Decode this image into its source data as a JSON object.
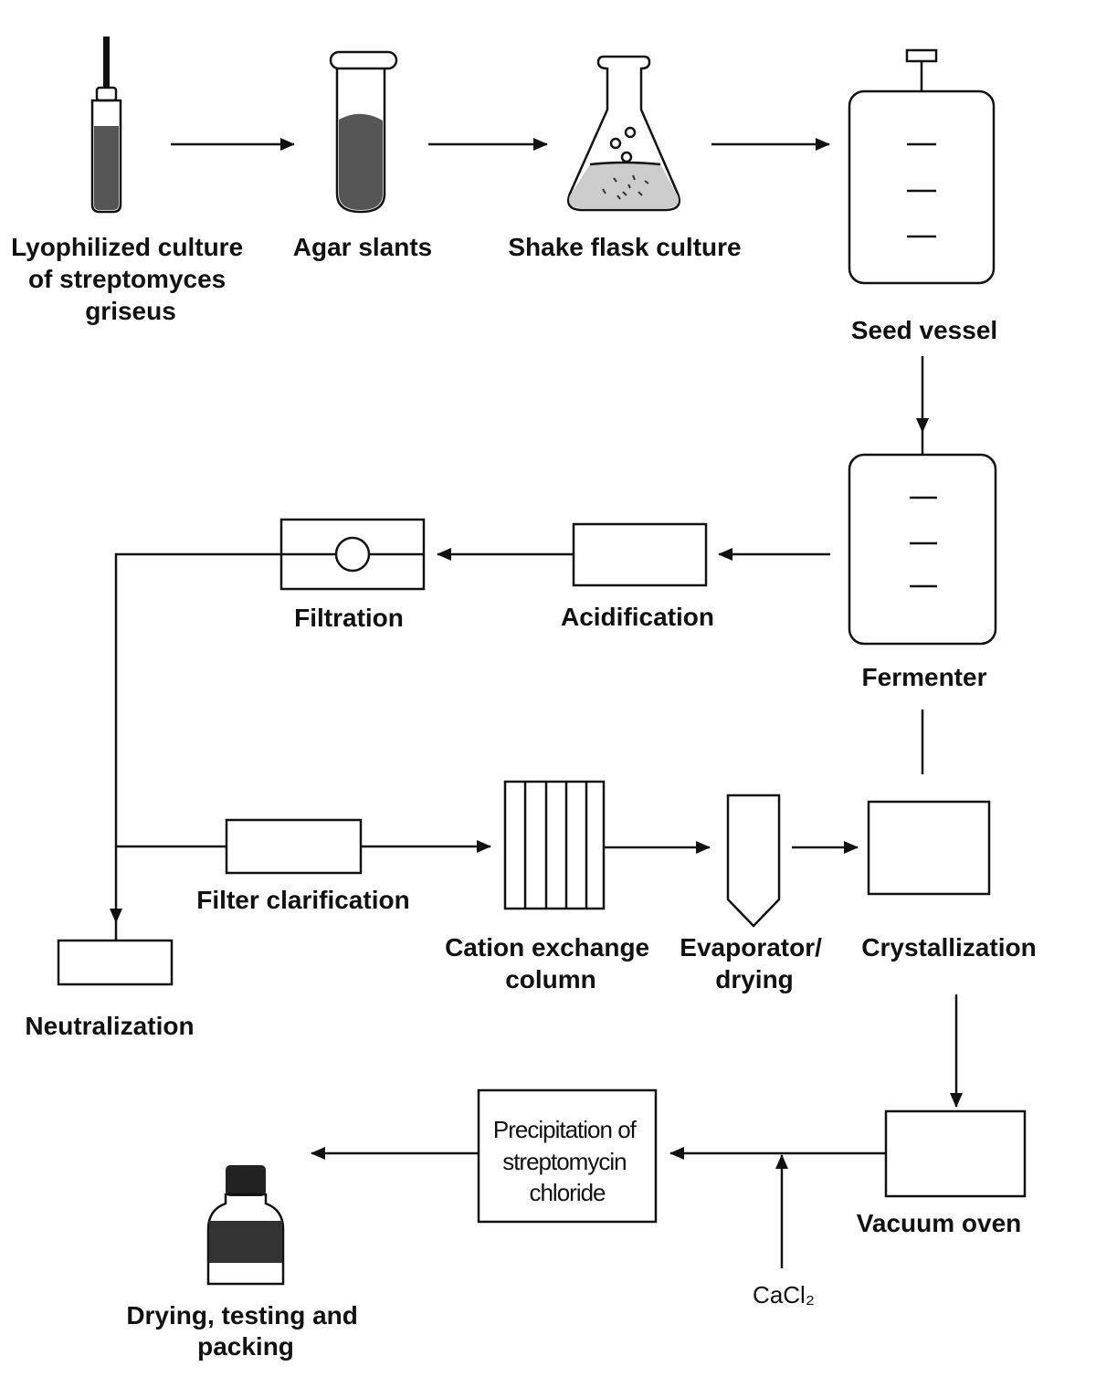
{
  "labels": {
    "lyophilized": [
      "Lyophilized culture",
      "of streptomyces",
      "griseus"
    ],
    "agar": "Agar slants",
    "shake": "Shake flask culture",
    "seed": "Seed vessel",
    "fermenter": "Fermenter",
    "acidification": "Acidification",
    "filtration": "Filtration",
    "filter_clarification": "Filter clarification",
    "neutralization": "Neutralization",
    "cation": [
      "Cation exchange",
      "column"
    ],
    "evaporator": [
      "Evaporator/",
      "drying"
    ],
    "crystallization": "Crystallization",
    "vacuum": "Vacuum oven",
    "precipitation": [
      "Precipitation of",
      "streptomycin",
      "chloride"
    ],
    "cacl2": "CaCl₂",
    "drying": [
      "Drying, testing and",
      "packing"
    ]
  },
  "colors": {
    "line": "#111111",
    "culture_fill": "#555555",
    "flask_liquid": "#cccccc",
    "cap_fill": "#222222",
    "background": "#ffffff"
  }
}
